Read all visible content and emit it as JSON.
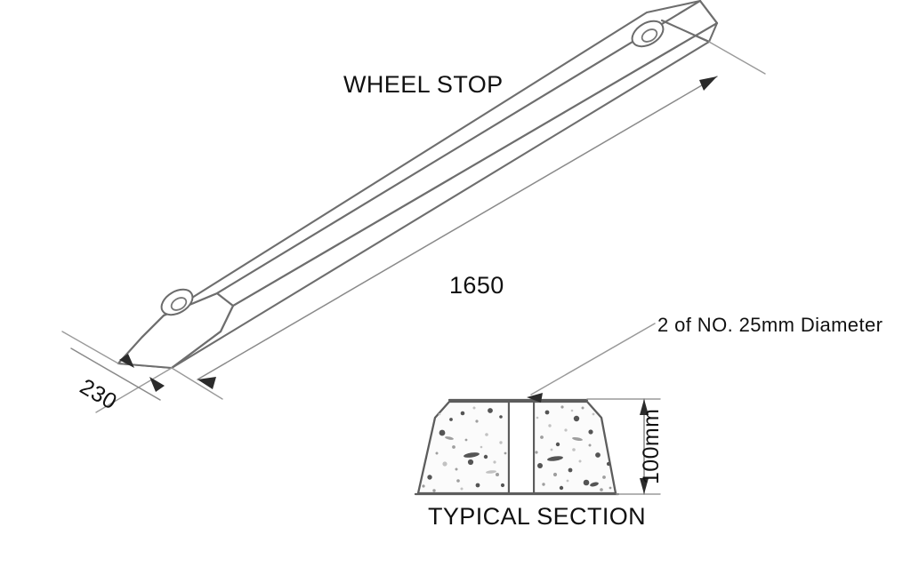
{
  "drawing": {
    "title_label": "WHEEL STOP",
    "section_label": "TYPICAL SECTION",
    "dimensions": {
      "length": "1650",
      "width": "230",
      "height": "100mm"
    },
    "annotations": {
      "hole_note": "2 of NO. 25mm Diameter"
    },
    "colors": {
      "line": "#6e6e6e",
      "dimension": "#8a8a8a",
      "text": "#111111",
      "arrow": "#2b2b2b",
      "background": "#ffffff",
      "hatch": "#555555"
    },
    "icons": {
      "bolt_hole_near": "bolt-hole-icon",
      "bolt_hole_far": "bolt-hole-icon"
    }
  }
}
